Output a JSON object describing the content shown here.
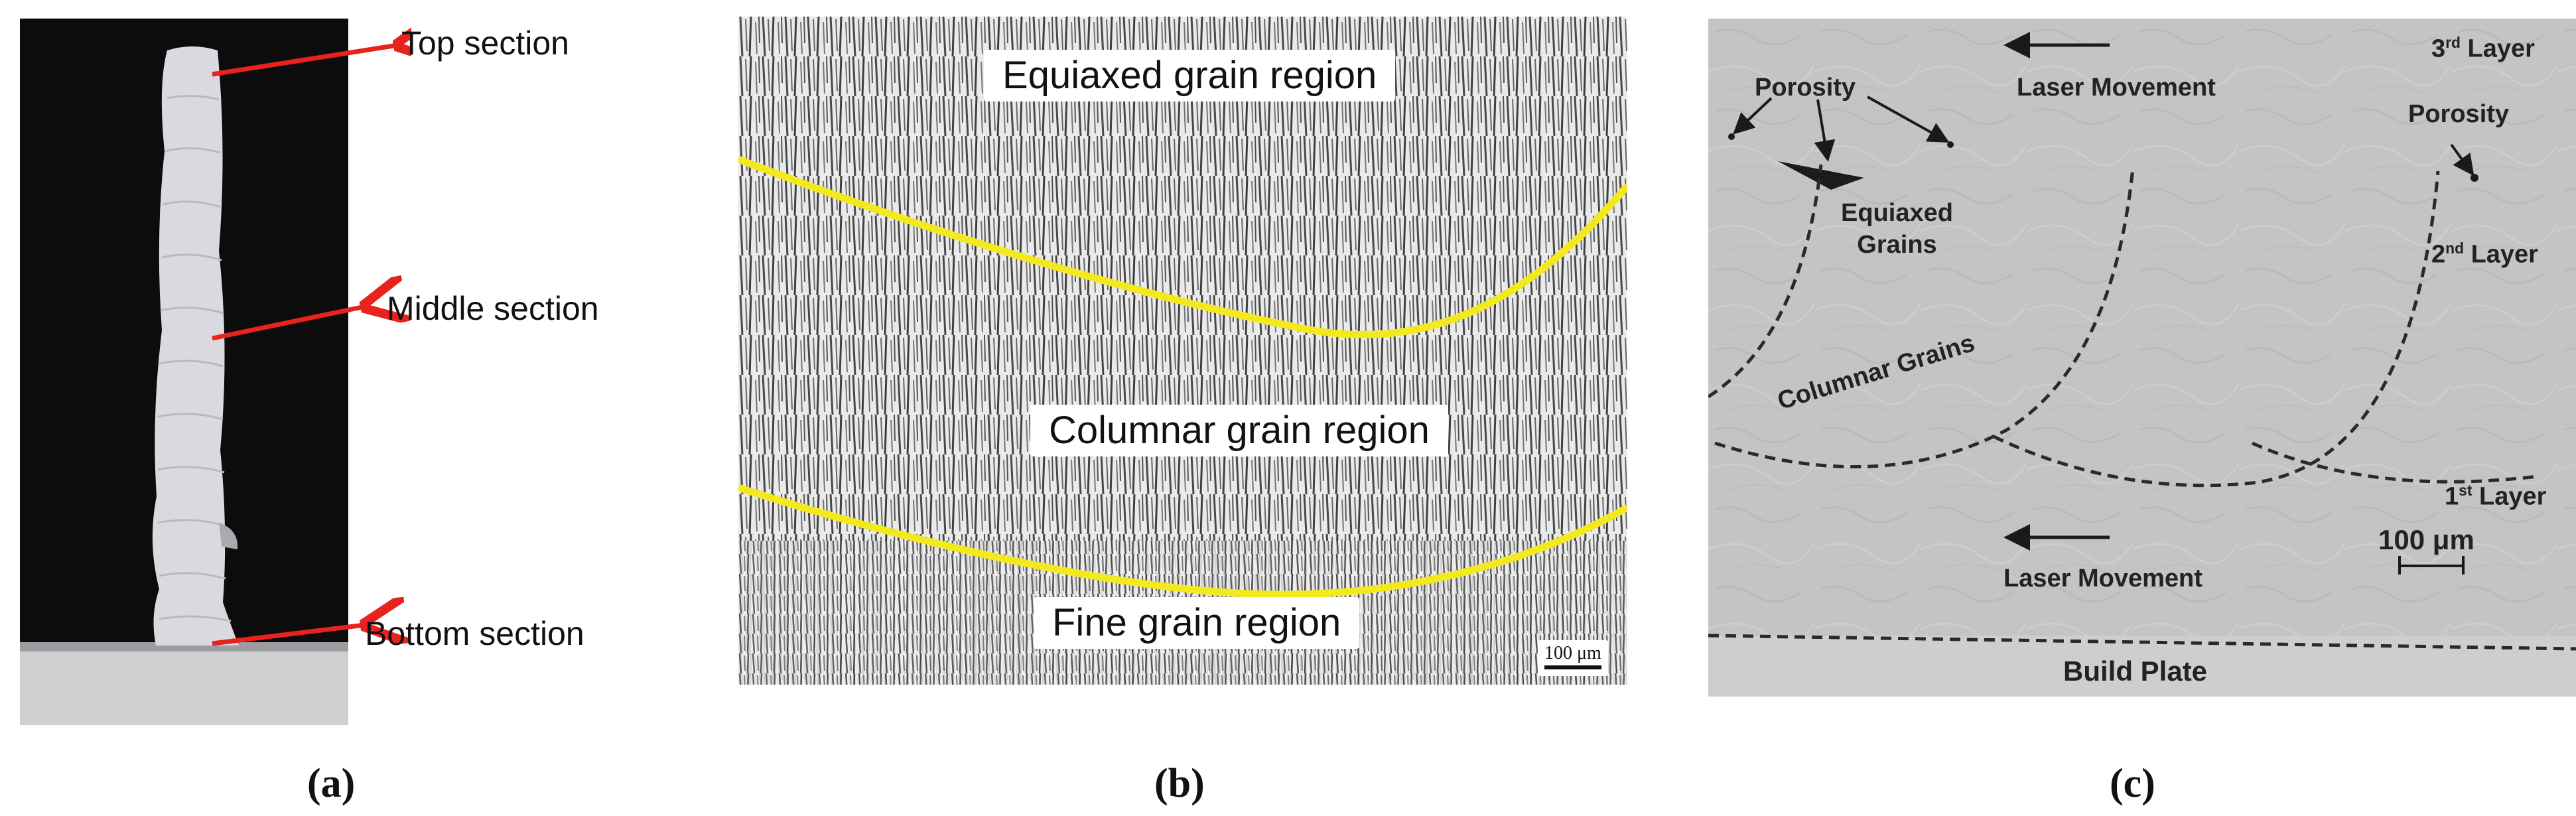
{
  "panels": {
    "a": {
      "label": "(a)",
      "callouts": {
        "top": "Top section",
        "middle": "Middle section",
        "bottom": "Bottom section"
      }
    },
    "b": {
      "label": "(b)",
      "regions": {
        "equiaxed": "Equiaxed grain region",
        "columnar": "Columnar grain region",
        "fine": "Fine grain region"
      },
      "scale_bar": "100 μm"
    },
    "c": {
      "label": "(c)",
      "annotations": {
        "porosity_left": "Porosity",
        "porosity_right": "Porosity",
        "laser_top": "Laser  Movement",
        "laser_bottom": "Laser  Movement",
        "equiaxed_line1": "Equiaxed",
        "equiaxed_line2": "Grains",
        "columnar": "Columnar Grains",
        "build_plate": "Build Plate",
        "scale_bar": "100 μm"
      },
      "layers": {
        "third": {
          "num": "3",
          "sup": "rd",
          "word": "Layer"
        },
        "second": {
          "num": "2",
          "sup": "nd",
          "word": "Layer"
        },
        "first": {
          "num": "1",
          "sup": "st",
          "word": "Layer"
        }
      }
    }
  },
  "colors": {
    "arrow_red": "#e8231d",
    "boundary_yellow": "#f2ea1f",
    "sem_gray": "#c3c3c3",
    "photo_black": "#0c0c0c",
    "annotation_dark": "#222222"
  }
}
